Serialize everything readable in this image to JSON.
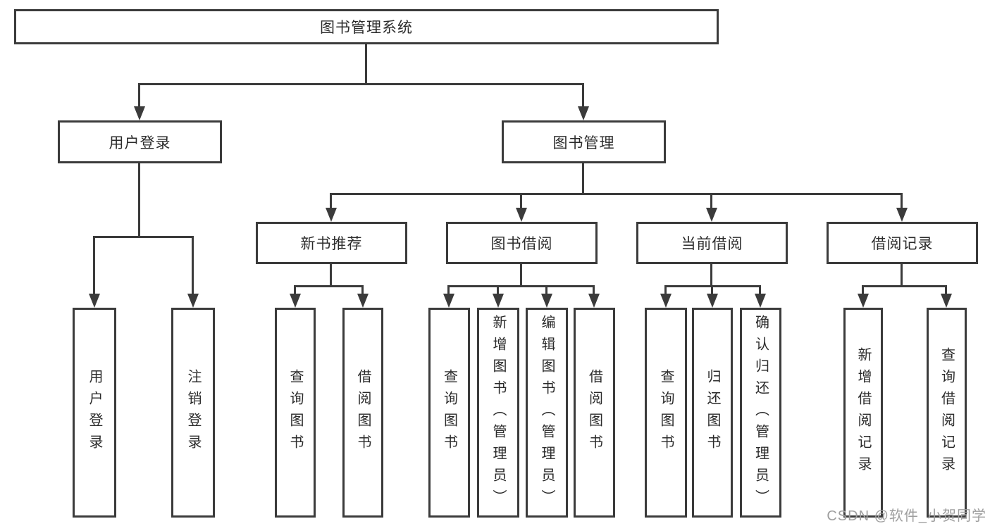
{
  "tree": {
    "root": {
      "label": "图书管理系统"
    },
    "branches": [
      {
        "label": "用户登录",
        "children": [
          {
            "label": "用户登录"
          },
          {
            "label": "注销登录"
          }
        ]
      },
      {
        "label": "图书管理",
        "children": [
          {
            "label": "新书推荐",
            "children": [
              {
                "label": "查询图书"
              },
              {
                "label": "借阅图书"
              }
            ]
          },
          {
            "label": "图书借阅",
            "children": [
              {
                "label": "查询图书"
              },
              {
                "label": "新增图书（管理员）"
              },
              {
                "label": "编辑图书（管理员）"
              },
              {
                "label": "借阅图书"
              }
            ]
          },
          {
            "label": "当前借阅",
            "children": [
              {
                "label": "查询图书"
              },
              {
                "label": "归还图书"
              },
              {
                "label": "确认归还（管理员）"
              }
            ]
          },
          {
            "label": "借阅记录",
            "children": [
              {
                "label": "新增借阅记录"
              },
              {
                "label": "查询借阅记录"
              }
            ]
          }
        ]
      }
    ]
  },
  "watermark": {
    "text": "CSDN @软件_小贺同学"
  },
  "colors": {
    "line": "#3b3b3b",
    "box_border": "#3b3b3b",
    "text": "#2b2b2b",
    "watermark": "#9e9e9e",
    "background": "#ffffff"
  }
}
